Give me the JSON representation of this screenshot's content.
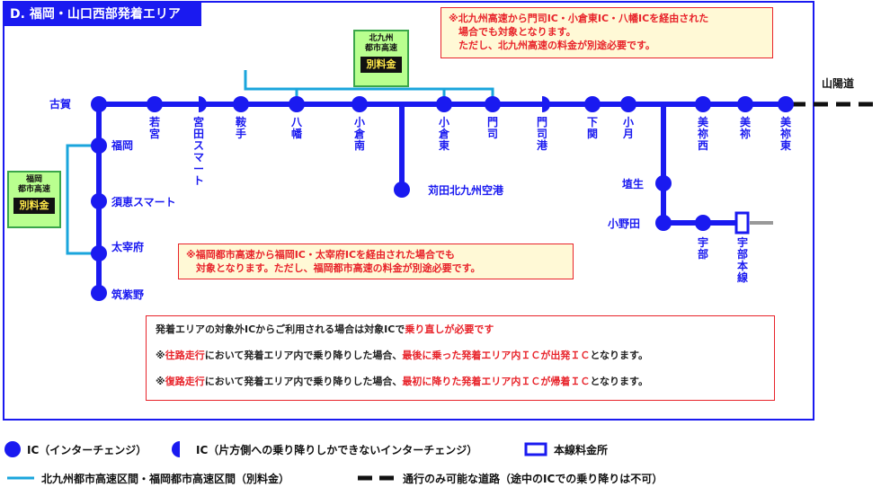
{
  "title": "D. 福岡・山口西部発着エリア",
  "expressway_label": "山陽道",
  "notice_kitakyushu": "※北九州高速から門司IC・小倉東IC・八幡ICを経由された\n　場合でも対象となります。\n　ただし、北九州高速の料金が別途必要です。",
  "notice_fukuoka": "※福岡都市高速から福岡IC・太宰府ICを経由された場合でも\n　対象となります。ただし、福岡都市高速の料金が別途必要です。",
  "fee_kitakyushu": {
    "name": "北九州\n都市高速",
    "tag": "別料金"
  },
  "fee_fukuoka": {
    "name": "福岡\n都市高速",
    "tag": "別料金"
  },
  "info": {
    "line1_a": "発着エリアの対象外ICからご利用される場合は対象ICで",
    "line1_b": "乗り直しが必要です",
    "line2_a": "※",
    "line2_b": "往路走行",
    "line2_c": "において発着エリア内で乗り降りした場合、",
    "line2_d": "最後に乗った発着エリア内ＩＣが出発ＩＣ",
    "line2_e": "となります。",
    "line3_a": "※",
    "line3_b": "復路走行",
    "line3_c": "において発着エリア内で乗り降りした場合、",
    "line3_d": "最初に降りた発着エリア内ＩＣが帰着ＩＣ",
    "line3_e": "となります。"
  },
  "stations_main": [
    "古賀",
    "若宮",
    "宮田スマート",
    "鞍手",
    "八幡",
    "小倉南",
    "小倉東",
    "門司",
    "門司港",
    "下関",
    "小月",
    "美祢西",
    "美祢",
    "美祢東"
  ],
  "stations_fukuoka": [
    "福岡",
    "須恵スマート",
    "太宰府",
    "筑紫野"
  ],
  "airport": "苅田北九州空港",
  "stations_east": [
    "埴生",
    "小野田",
    "宇部",
    "宇部本線"
  ],
  "legend": {
    "ic": "IC（インターチェンジ）",
    "half_ic": "IC（片方側への乗り降りしかできないインターチェンジ）",
    "toll": "本線料金所",
    "separate": "北九州都市高速区間・福岡都市高速区間（別料金）",
    "through": "通行のみ可能な道路（途中のICでの乗り降りは不可）"
  },
  "colors": {
    "route": "#1a1af0",
    "urban": "#1aa5dc",
    "notice": "#e8232a",
    "fee_bg": "#b9ff8f"
  }
}
